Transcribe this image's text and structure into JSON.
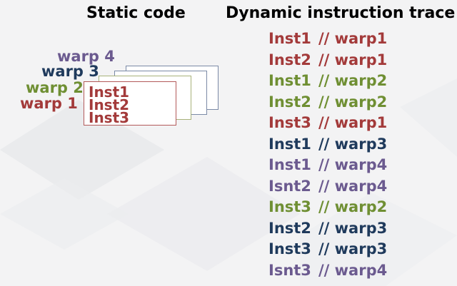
{
  "titles": {
    "static": "Static code",
    "dynamic": "Dynamic instruction trace"
  },
  "static_code": {
    "warps": [
      {
        "label": "warp 4",
        "color": "purple"
      },
      {
        "label": "warp 3",
        "color": "navy"
      },
      {
        "label": "warp 2",
        "color": "green"
      },
      {
        "label": "warp 1",
        "color": "red"
      }
    ],
    "instructions": [
      "Inst1",
      "Inst2",
      "Inst3"
    ]
  },
  "trace": [
    {
      "inst": "Inst1",
      "warp": "// warp1",
      "color": "red"
    },
    {
      "inst": "Inst2",
      "warp": "// warp1",
      "color": "red"
    },
    {
      "inst": "Inst1",
      "warp": "// warp2",
      "color": "green"
    },
    {
      "inst": "Inst2",
      "warp": "// warp2",
      "color": "green"
    },
    {
      "inst": "Inst3",
      "warp": "// warp1",
      "color": "red"
    },
    {
      "inst": "Inst1",
      "warp": "// warp3",
      "color": "navy"
    },
    {
      "inst": "Inst1",
      "warp": "// warp4",
      "color": "purple"
    },
    {
      "inst": "Isnt2",
      "warp": "// warp4",
      "color": "purple"
    },
    {
      "inst": "Inst3",
      "warp": "// warp2",
      "color": "green"
    },
    {
      "inst": "Inst2",
      "warp": "// warp3",
      "color": "navy"
    },
    {
      "inst": "Inst3",
      "warp": "// warp3",
      "color": "navy"
    },
    {
      "inst": "Isnt3",
      "warp": "// warp4",
      "color": "purple"
    }
  ],
  "colors": {
    "red": "#a33a3a",
    "green": "#6f8f33",
    "navy": "#1f3a5c",
    "purple": "#6b5a8f"
  }
}
